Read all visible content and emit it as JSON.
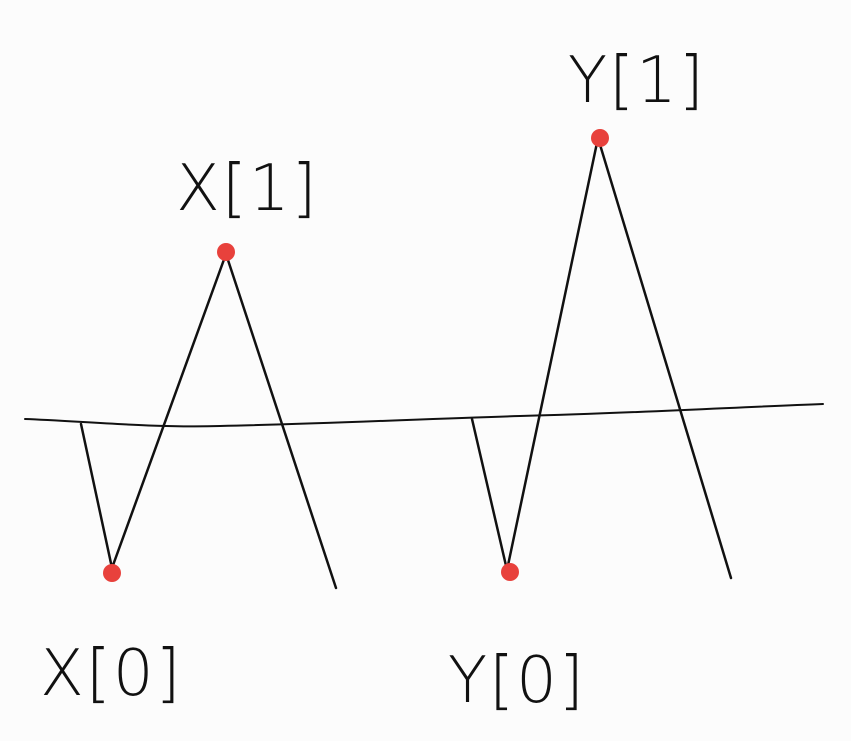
{
  "labels": {
    "x1": "X[1]",
    "y1": "Y[1]",
    "x0": "X[0]",
    "y0": "Y[0]"
  },
  "colors": {
    "ink": "#111111",
    "point": "#e8413c",
    "background": "#fcfcfc"
  }
}
